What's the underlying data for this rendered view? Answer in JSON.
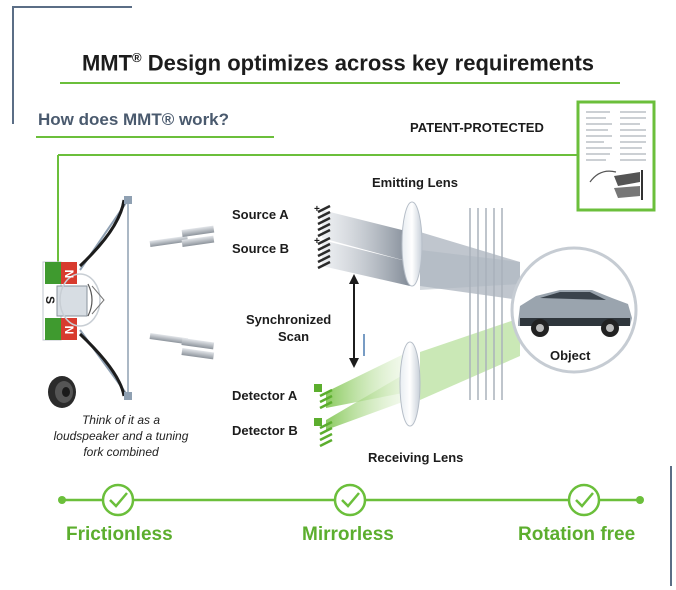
{
  "title_main": "MMT",
  "title_mark": "®",
  "title_rest": " Design optimizes across key requirements",
  "subtitle": "How does MMT® work?",
  "patent_label": "PATENT-PROTECTED",
  "labels": {
    "emitting_lens": "Emitting Lens",
    "source_a": "Source A",
    "source_b": "Source B",
    "synchronized": "Synchronized",
    "scan": "Scan",
    "detector_a": "Detector A",
    "detector_b": "Detector B",
    "receiving_lens": "Receiving Lens",
    "object": "Object"
  },
  "magnet_letters": {
    "north": "N",
    "south": "S"
  },
  "caption": [
    "Think of it as a",
    "loudspeaker and a tuning",
    "fork combined"
  ],
  "benefits": [
    "Frictionless",
    "Mirrorless",
    "Rotation free"
  ],
  "colors": {
    "green": "#6bbf3b",
    "title_blue": "#4a5a6e",
    "magnet_red": "#d83b2e"
  }
}
